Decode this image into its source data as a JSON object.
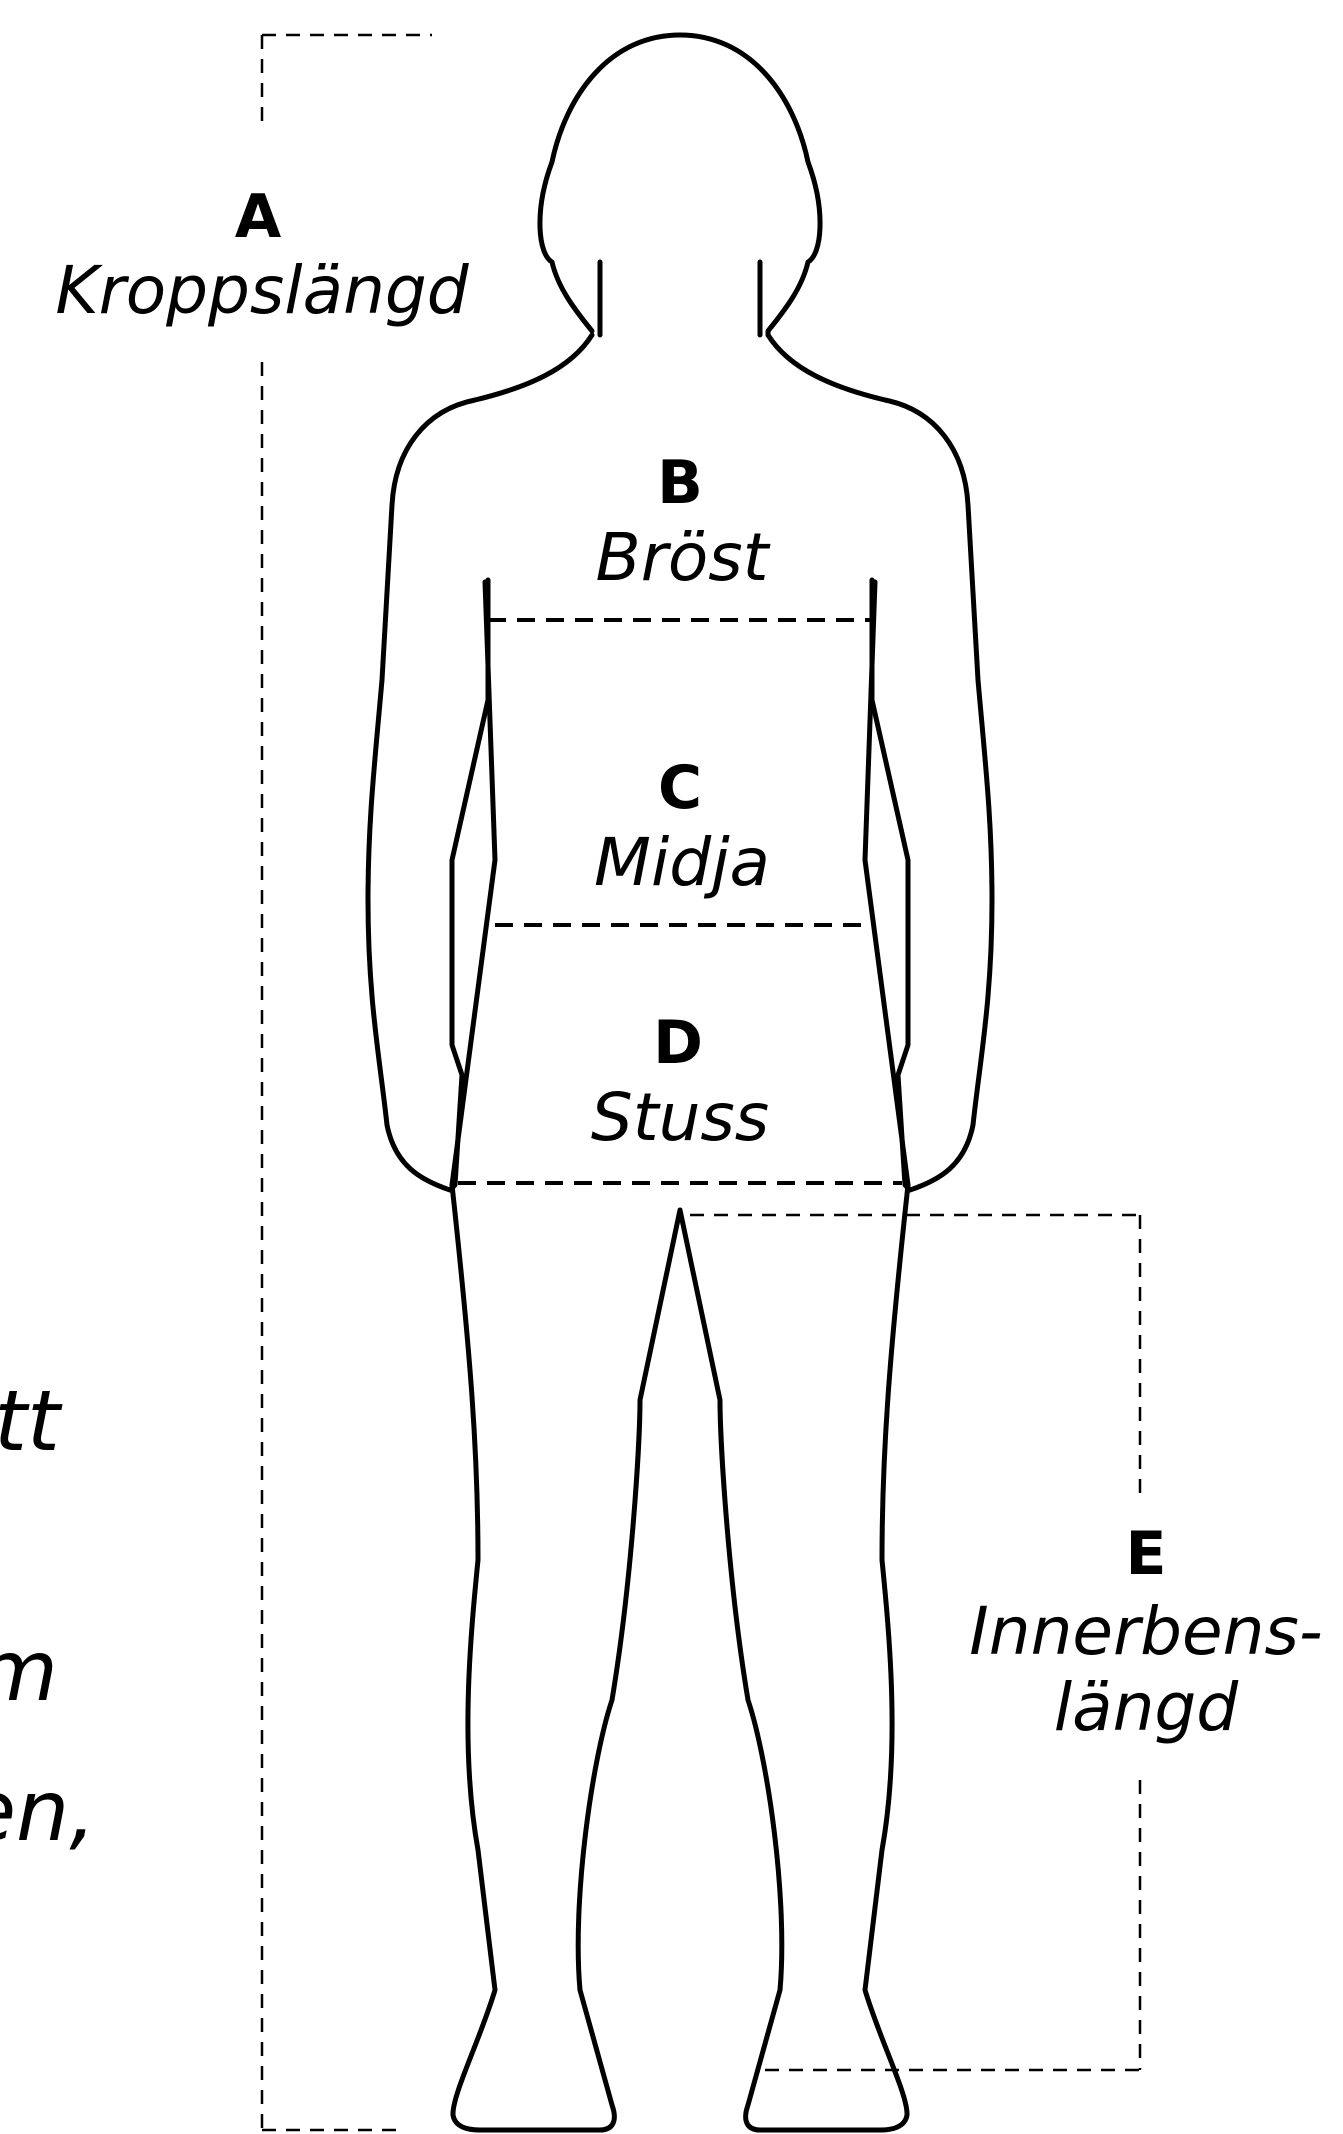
{
  "measurements": {
    "A": {
      "letter": "A",
      "label": "Kroppslängd"
    },
    "B": {
      "letter": "B",
      "label": "Bröst"
    },
    "C": {
      "letter": "C",
      "label": "Midja"
    },
    "D": {
      "letter": "D",
      "label": "Stuss"
    },
    "E": {
      "letter": "E",
      "label_line1": "Innerbens-",
      "label_line2": "längd"
    }
  },
  "cropped_text": {
    "line1": "tt",
    "line2": "m",
    "line3": "en,"
  },
  "colors": {
    "stroke": "#000000",
    "background": "#ffffff"
  }
}
